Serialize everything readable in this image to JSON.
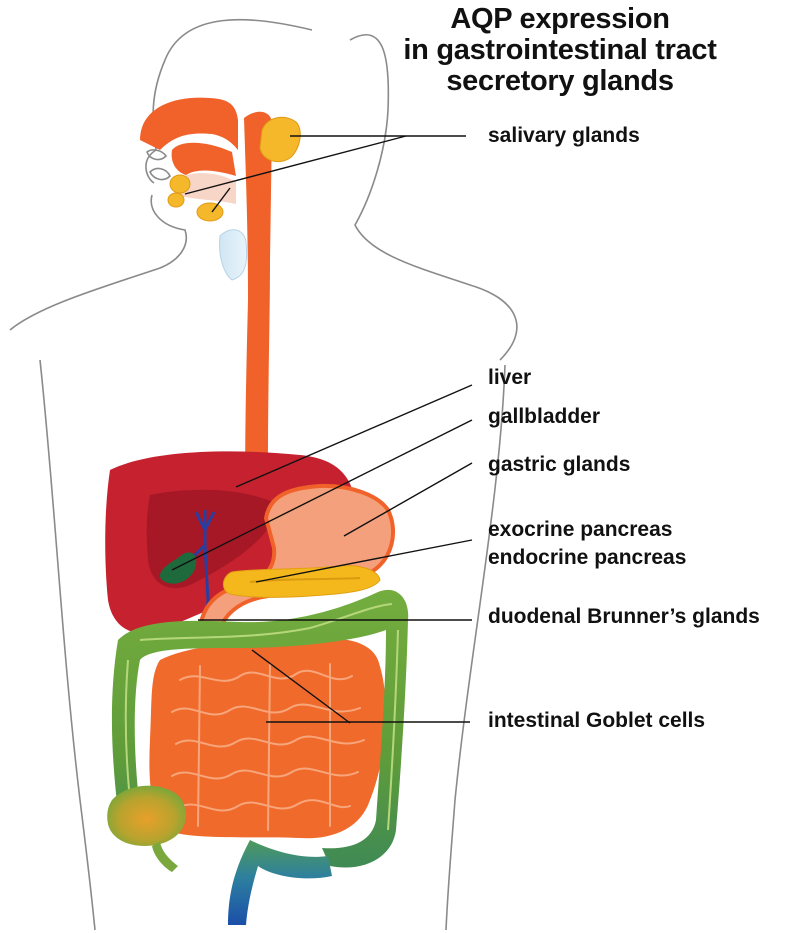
{
  "title": {
    "line1": "AQP expression",
    "line2": "in gastrointestinal tract",
    "line3": "secretory glands"
  },
  "labels": {
    "salivary": "salivary glands",
    "liver": "liver",
    "gallbladder": "gallbladder",
    "gastric": "gastric glands",
    "exocrine": "exocrine pancreas",
    "endocrine": "endocrine pancreas",
    "duodenal": "duodenal Brunner’s glands",
    "goblet": "intestinal Goblet cells"
  },
  "colors": {
    "esophagus": "#f0622a",
    "liver": "#c5212f",
    "liver_dark": "#9c1624",
    "stomach": "#f4a07c",
    "colon": "#6ea83c",
    "small_intestine": "#f06a2c",
    "pancreas": "#f5b81c",
    "gallbladder": "#1f6a3c",
    "salivary": "#f5b82a",
    "rectum": "#1f5fa8",
    "outline": "#8a8a8a"
  }
}
